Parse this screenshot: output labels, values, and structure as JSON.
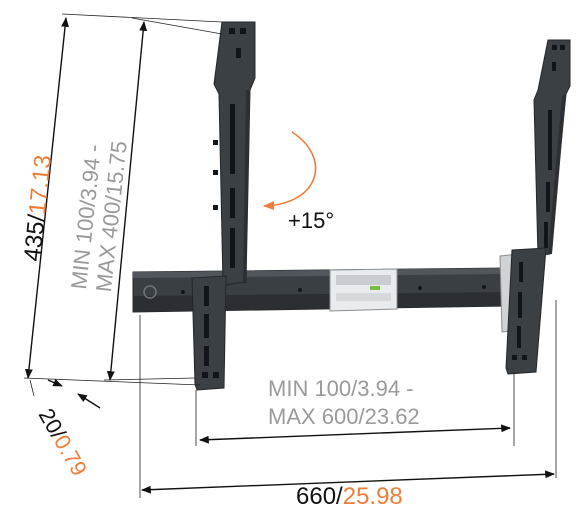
{
  "colors": {
    "accent": "#f07d3a",
    "text": "#111111",
    "muted": "#9a9a9a",
    "steel": "#3b4045"
  },
  "dimensions": {
    "height_mm": "435/",
    "height_in": "17.13",
    "vesa_vertical_line1_min": "MIN 100",
    "vesa_vertical_line1_in": "/3.94 -",
    "vesa_vertical_line2_max": "MAX 400",
    "vesa_vertical_line2_in": "/15.75",
    "tilt": "+15°",
    "depth_mm": "20/",
    "depth_in": "0.79",
    "vesa_horizontal_line1_min": "MIN 100",
    "vesa_horizontal_line1_in": "/3.94 -",
    "vesa_horizontal_line2_max": "MAX 600",
    "vesa_horizontal_line2_in": "/23.62",
    "width_mm": "660/",
    "width_in": "25.98"
  }
}
